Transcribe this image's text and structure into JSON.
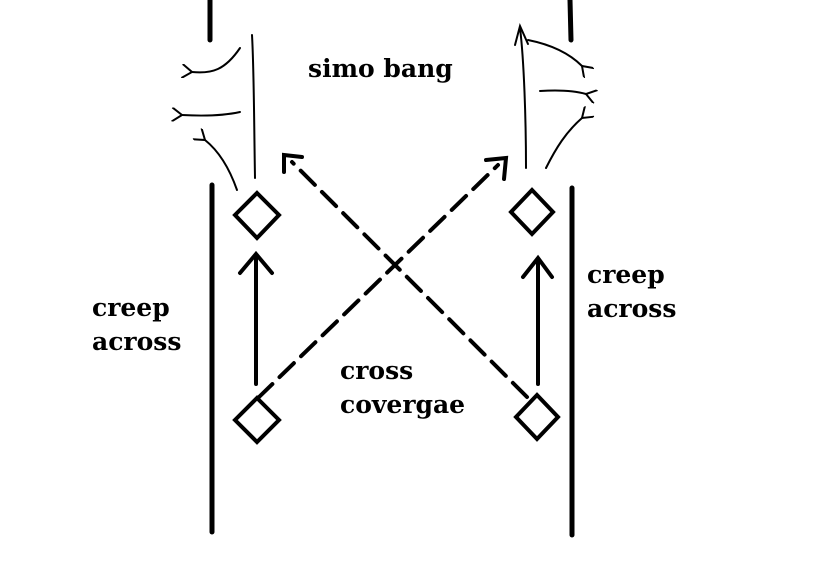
{
  "title": "simo bang",
  "labels": {
    "left_line1": "creep",
    "left_line2": "across",
    "right_line1": "creep",
    "right_line2": "across",
    "center_line1": "cross",
    "center_line2": "covergae"
  },
  "colors": {
    "ink": "#000000",
    "background": "#ffffff"
  }
}
